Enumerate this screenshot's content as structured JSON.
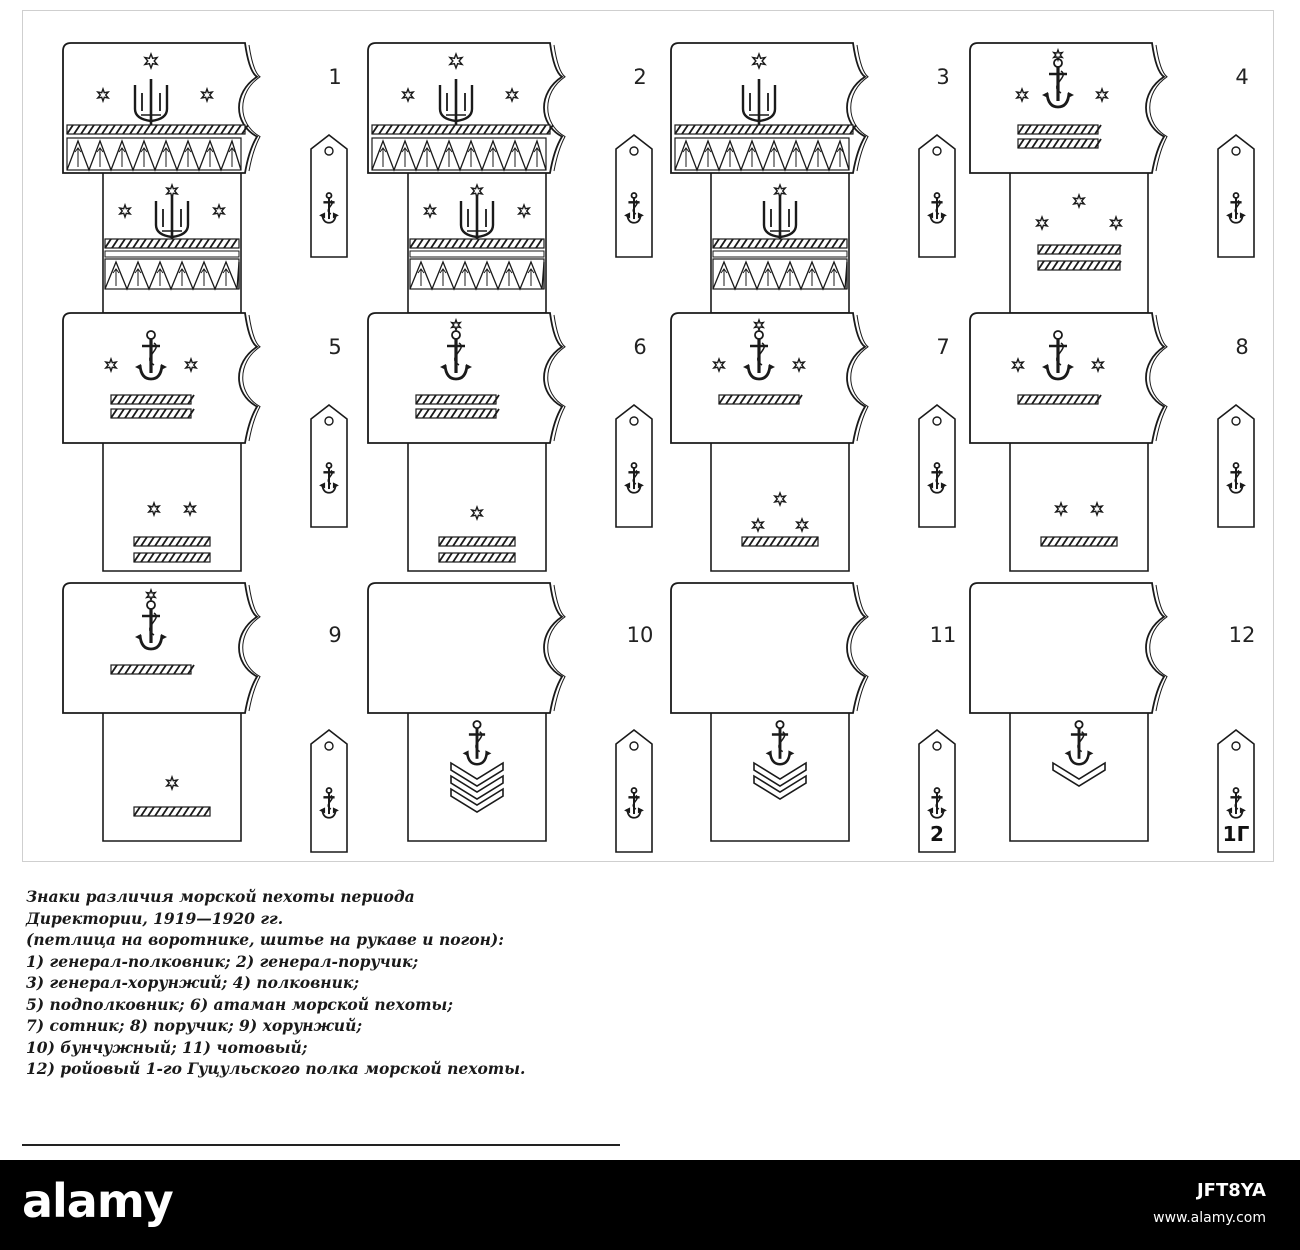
{
  "plate": {
    "ink_color": "#1a1a1a",
    "paper_color": "#ffffff",
    "badge_numbers": [
      "1",
      "2",
      "3",
      "4",
      "5",
      "6",
      "7",
      "8",
      "9",
      "10",
      "11",
      "12"
    ],
    "shoulder_numbers": {
      "11": "2",
      "12": "1Г"
    }
  },
  "caption": {
    "lines": [
      "Знаки различия морской пехоты периода",
      "Директории, 1919—1920 гг.",
      "(петлица на воротнике, шитье на рукаве и погон):",
      "1) генерал-полковник; 2) генерал-поручик;",
      "3) генерал-хорунжий; 4) полковник;",
      "5) подполковник; 6) атаман морской пехоты;",
      "7) сотник; 8) поручик; 9) хорунжий;",
      "10) бунчужный; 11) чотовый;",
      "12) ройовый 1-го Гуцульского полка морской пехоты."
    ]
  },
  "footer": {
    "brand": "alamy",
    "image_id": "JFT8YA",
    "url": "www.alamy.com"
  }
}
